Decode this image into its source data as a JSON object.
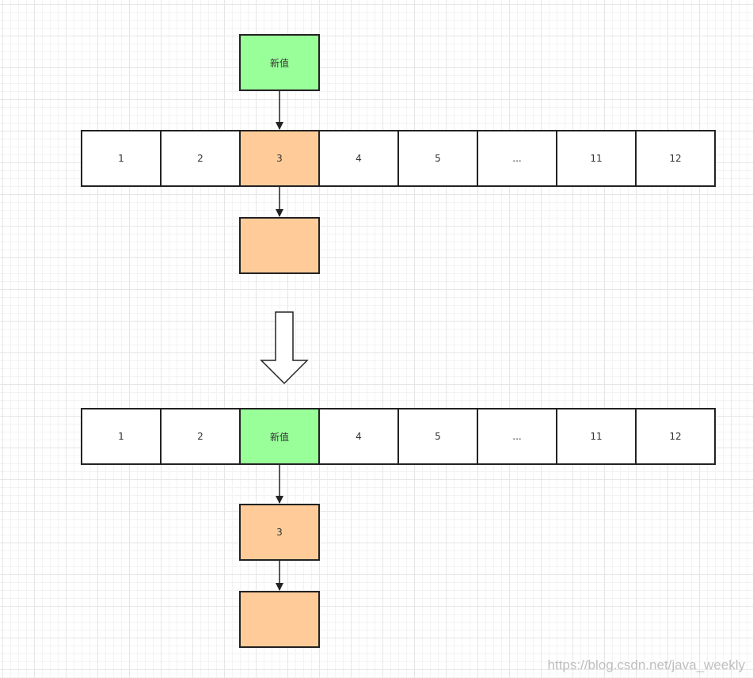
{
  "new_value": {
    "label": "新值"
  },
  "before": {
    "array": [
      "1",
      "2",
      "3",
      "4",
      "5",
      "...",
      "11",
      "12"
    ],
    "chain": [
      ""
    ]
  },
  "after": {
    "array": [
      "1",
      "2",
      "新值",
      "4",
      "5",
      "...",
      "11",
      "12"
    ],
    "chain": [
      "3",
      ""
    ]
  },
  "colors": {
    "green": "#99ff99",
    "orange": "#ffcc99",
    "stroke": "#222222"
  },
  "watermark": "https://blog.csdn.net/java_weekly"
}
